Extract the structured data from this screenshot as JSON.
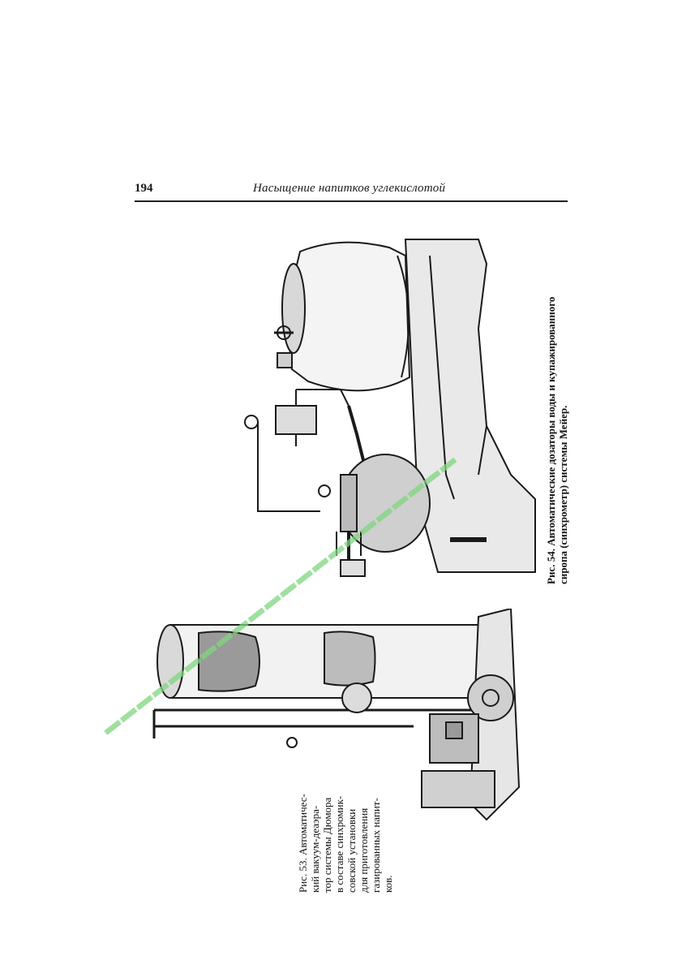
{
  "page": {
    "number": "194",
    "running_title": "Насыщение напитков углекислотой"
  },
  "figure54": {
    "caption_line1": "Рис. 54. Автоматические дозаторы воды и купажированного",
    "caption_line2": "сиропа (синхрометр) системы Мейер."
  },
  "figure53": {
    "caption_lines": [
      "Рис. 53. Автоматичес-",
      "кий вакуум-деаэра-",
      "тор системы Дюмора",
      "в составе синхромик-",
      "совской установки",
      "для приготовления",
      "газированных напит-",
      "ков."
    ]
  },
  "watermark": {
    "text": "▬▬▬▬▬▬▬▬▬▬▬▬▬▬▬▬▬▬▬▬▬▬"
  },
  "colors": {
    "ink": "#1a1a1a",
    "paper": "#ffffff",
    "watermark": "#7fd67f"
  }
}
